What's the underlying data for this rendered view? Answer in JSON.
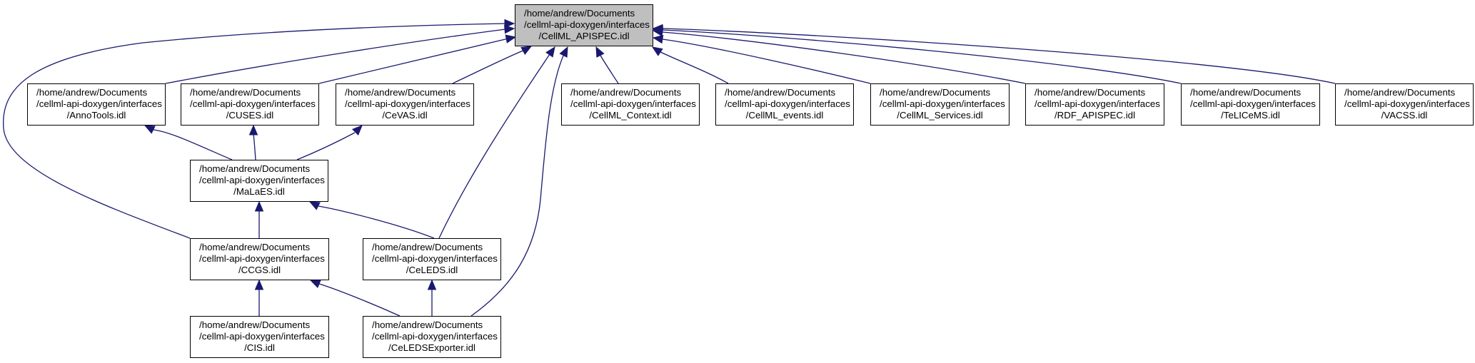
{
  "diagram": {
    "title": "Include dependency graph for CellML_APISPEC.idl",
    "edge_color": "#191970",
    "root_fill": "#bfbfbf",
    "nodes": {
      "root": {
        "lines": [
          "/home/andrew/Documents",
          "/cellml-api-doxygen/interfaces",
          "/CellML_APISPEC.idl"
        ]
      },
      "annotools": {
        "lines": [
          "/home/andrew/Documents",
          "/cellml-api-doxygen/interfaces",
          "/AnnoTools.idl"
        ]
      },
      "cuses": {
        "lines": [
          "/home/andrew/Documents",
          "/cellml-api-doxygen/interfaces",
          "/CUSES.idl"
        ]
      },
      "cevas": {
        "lines": [
          "/home/andrew/Documents",
          "/cellml-api-doxygen/interfaces",
          "/CeVAS.idl"
        ]
      },
      "context": {
        "lines": [
          "/home/andrew/Documents",
          "/cellml-api-doxygen/interfaces",
          "/CellML_Context.idl"
        ]
      },
      "events": {
        "lines": [
          "/home/andrew/Documents",
          "/cellml-api-doxygen/interfaces",
          "/CellML_events.idl"
        ]
      },
      "services": {
        "lines": [
          "/home/andrew/Documents",
          "/cellml-api-doxygen/interfaces",
          "/CellML_Services.idl"
        ]
      },
      "rdf": {
        "lines": [
          "/home/andrew/Documents",
          "/cellml-api-doxygen/interfaces",
          "/RDF_APISPEC.idl"
        ]
      },
      "telicems": {
        "lines": [
          "/home/andrew/Documents",
          "/cellml-api-doxygen/interfaces",
          "/TeLICeMS.idl"
        ]
      },
      "vacss": {
        "lines": [
          "/home/andrew/Documents",
          "/cellml-api-doxygen/interfaces",
          "/VACSS.idl"
        ]
      },
      "malaes": {
        "lines": [
          "/home/andrew/Documents",
          "/cellml-api-doxygen/interfaces",
          "/MaLaES.idl"
        ]
      },
      "ccgs": {
        "lines": [
          "/home/andrew/Documents",
          "/cellml-api-doxygen/interfaces",
          "/CCGS.idl"
        ]
      },
      "celeds": {
        "lines": [
          "/home/andrew/Documents",
          "/cellml-api-doxygen/interfaces",
          "/CeLEDS.idl"
        ]
      },
      "cis": {
        "lines": [
          "/home/andrew/Documents",
          "/cellml-api-doxygen/interfaces",
          "/CIS.idl"
        ]
      },
      "exporter": {
        "lines": [
          "/home/andrew/Documents",
          "/cellml-api-doxygen/interfaces",
          "/CeLEDSExporter.idl"
        ]
      }
    },
    "edges": [
      {
        "from": "annotools",
        "to": "root"
      },
      {
        "from": "cuses",
        "to": "root"
      },
      {
        "from": "cevas",
        "to": "root"
      },
      {
        "from": "context",
        "to": "root"
      },
      {
        "from": "events",
        "to": "root"
      },
      {
        "from": "services",
        "to": "root"
      },
      {
        "from": "rdf",
        "to": "root"
      },
      {
        "from": "telicems",
        "to": "root"
      },
      {
        "from": "vacss",
        "to": "root"
      },
      {
        "from": "ccgs",
        "to": "root"
      },
      {
        "from": "celeds",
        "to": "root"
      },
      {
        "from": "exporter",
        "to": "root"
      },
      {
        "from": "malaes",
        "to": "annotools"
      },
      {
        "from": "malaes",
        "to": "cuses"
      },
      {
        "from": "malaes",
        "to": "cevas"
      },
      {
        "from": "ccgs",
        "to": "malaes"
      },
      {
        "from": "celeds",
        "to": "malaes"
      },
      {
        "from": "cis",
        "to": "ccgs"
      },
      {
        "from": "exporter",
        "to": "ccgs"
      },
      {
        "from": "exporter",
        "to": "celeds"
      }
    ]
  }
}
